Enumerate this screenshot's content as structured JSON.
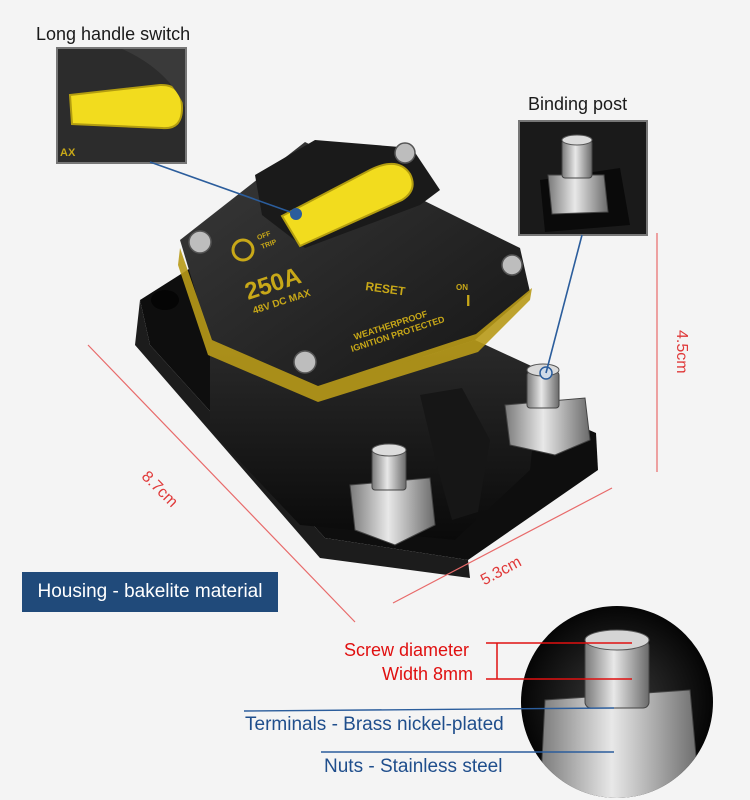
{
  "labels": {
    "long_handle_switch": "Long handle switch",
    "binding_post": "Binding post",
    "housing": "Housing - bakelite material",
    "screw_diameter": "Screw diameter",
    "width": "Width 8mm",
    "terminals": "Terminals - Brass nickel-plated",
    "nuts": "Nuts - Stainless steel"
  },
  "dimensions": {
    "length": "8.7cm",
    "width": "5.3cm",
    "height": "4.5cm"
  },
  "device": {
    "rating": "250A",
    "voltage": "48V DC MAX",
    "reset": "RESET",
    "on": "ON",
    "off_trip_1": "OFF",
    "off_trip_2": "TRIP",
    "weatherproof": "WEATHERPROOF",
    "ignition": "IGNITION PROTECTED",
    "on_mark": "I",
    "inset_max": "AX"
  },
  "colors": {
    "housing_black": "#111111",
    "handle_yellow": "#f2dc1e",
    "label_box_blue": "#204a7a",
    "dimension_red": "#e03a3a",
    "callout_blue": "#2b5d9c"
  }
}
